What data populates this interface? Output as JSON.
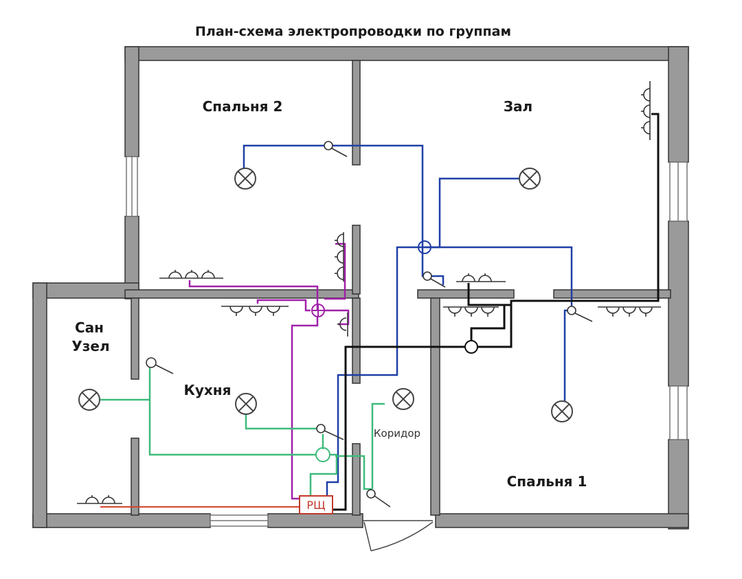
{
  "title": "План-схема электропроводки по группам",
  "rooms": {
    "bedroom2": "Спальня 2",
    "hall": "Зал",
    "bathroom_line1": "Сан",
    "bathroom_line2": "Узел",
    "kitchen": "Кухня",
    "corridor": "Коридор",
    "bedroom1": "Спальня 1"
  },
  "panel": {
    "label": "РЩ"
  },
  "colors": {
    "wall": "#9a9a9a",
    "outline": "#333333",
    "blue_group": "#1f3fa6",
    "purple_group": "#a020a8",
    "green_group": "#3dbb7a",
    "black_group": "#111111",
    "red_group": "#d2452e"
  },
  "legend_icons": [
    "lamp-icon",
    "switch-icon",
    "junction-box-icon",
    "socket-group-icon",
    "panel-box-icon"
  ]
}
